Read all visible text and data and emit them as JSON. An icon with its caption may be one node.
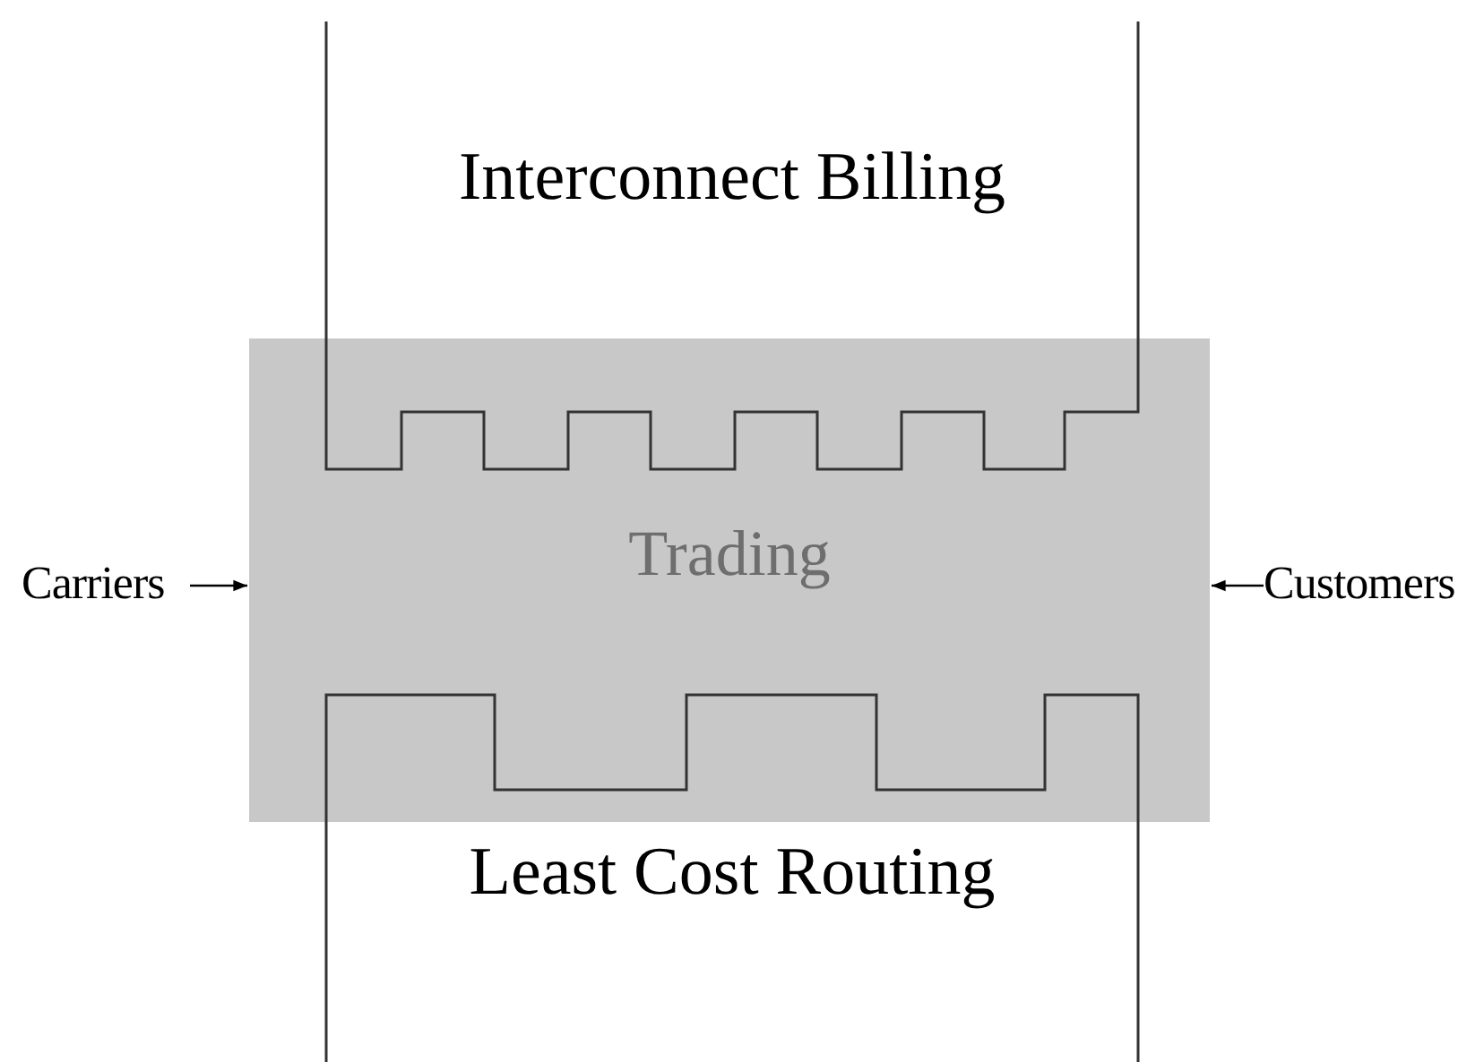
{
  "diagram": {
    "nodes": [
      {
        "text": [
          "Interconnect Billing"
        ]
      },
      {
        "text": [
          "Trading"
        ]
      },
      {
        "text": [
          "Least Cost Routing"
        ]
      },
      {
        "text": [
          "Carriers"
        ]
      },
      {
        "text": [
          "Customers"
        ]
      }
    ],
    "edges": [
      {
        "from": 3,
        "to": 1,
        "arrow": "to"
      },
      {
        "from": 4,
        "to": 1,
        "arrow": "to"
      }
    ]
  }
}
